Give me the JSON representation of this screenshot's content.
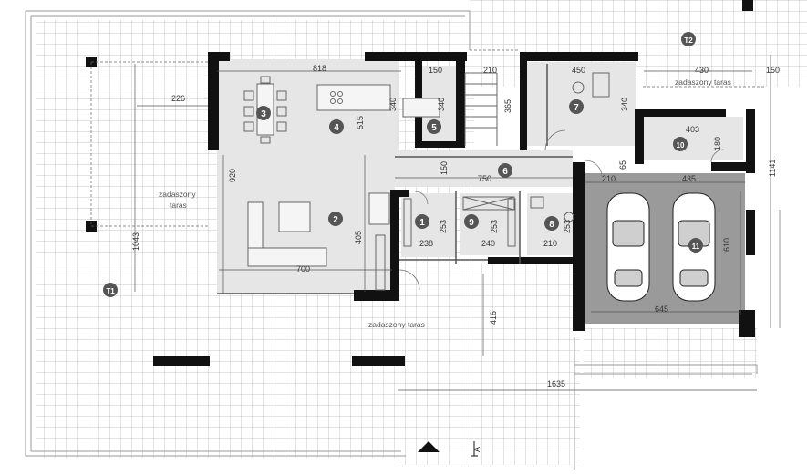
{
  "plan": {
    "colors": {
      "wall": "#111111",
      "grid_line": "#b5b5b5",
      "room_fill": "#e6e6e6",
      "garage_fill": "#9a9a9a",
      "marker_fill": "#555555"
    },
    "terrace_labels": {
      "left_line1": "zadaszony",
      "left_line2": "taras",
      "right": "zadaszony taras",
      "bottom": "zadaszony taras",
      "t1": "T1",
      "t2": "T2"
    },
    "room_numbers": [
      "1",
      "2",
      "3",
      "4",
      "5",
      "6",
      "7",
      "8",
      "9",
      "10",
      "11"
    ],
    "dimensions": {
      "d818": "818",
      "d150a": "150",
      "d210a": "210",
      "d450": "450",
      "d430": "430",
      "d150b": "150",
      "d226": "226",
      "d340a": "340",
      "d340b": "340",
      "d365": "365",
      "d340c": "340",
      "d515": "515",
      "d403": "403",
      "d180": "180",
      "d920": "920",
      "d150c": "150",
      "d750": "750",
      "d65": "65",
      "d210b": "210",
      "d435": "435",
      "d1141": "1141",
      "d1043": "1043",
      "d405": "405",
      "d238": "238",
      "d253a": "253",
      "d240": "240",
      "d253b": "253",
      "d210c": "210",
      "d253c": "253",
      "d610": "610",
      "d700": "700",
      "d645": "645",
      "d416": "416",
      "d1635": "1635",
      "section": "A"
    }
  }
}
